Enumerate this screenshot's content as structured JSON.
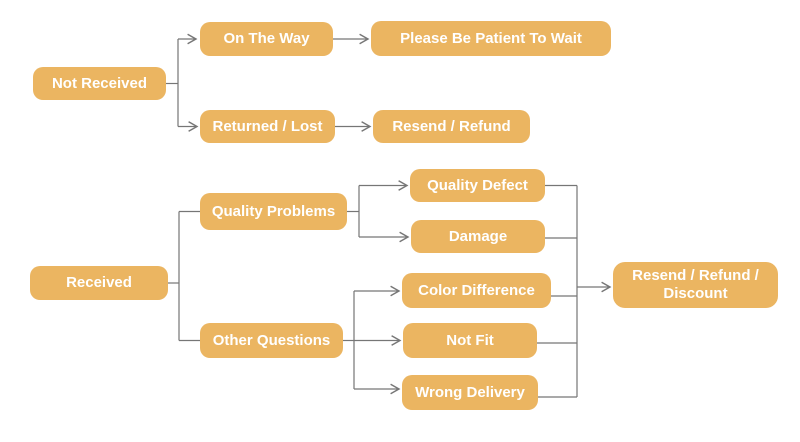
{
  "diagram": {
    "type": "flowchart",
    "background_color": "#FFFFFF",
    "node_fill_color": "#EBB561",
    "node_text_color": "#FFFFFF",
    "connector_color": "#767676",
    "nodes": {
      "not_received": {
        "label": "Not Received"
      },
      "on_the_way": {
        "label": "On The Way"
      },
      "please_be_patient": {
        "label": "Please Be Patient To Wait"
      },
      "returned_lost": {
        "label": "Returned / Lost"
      },
      "resend_refund": {
        "label": "Resend / Refund"
      },
      "received": {
        "label": "Received"
      },
      "quality_problems": {
        "label": "Quality Problems"
      },
      "other_questions": {
        "label": "Other Questions"
      },
      "quality_defect": {
        "label": "Quality Defect"
      },
      "damage": {
        "label": "Damage"
      },
      "color_difference": {
        "label": "Color Difference"
      },
      "not_fit": {
        "label": "Not Fit"
      },
      "wrong_delivery": {
        "label": "Wrong Delivery"
      },
      "resend_refund_discount": {
        "label": "Resend / Refund / Discount"
      }
    },
    "edges": [
      {
        "from": "not_received",
        "to": "on_the_way",
        "arrowhead": true
      },
      {
        "from": "not_received",
        "to": "returned_lost",
        "arrowhead": true
      },
      {
        "from": "on_the_way",
        "to": "please_be_patient",
        "arrowhead": true
      },
      {
        "from": "returned_lost",
        "to": "resend_refund",
        "arrowhead": true
      },
      {
        "from": "received",
        "to": "quality_problems",
        "arrowhead": false
      },
      {
        "from": "received",
        "to": "other_questions",
        "arrowhead": false
      },
      {
        "from": "quality_problems",
        "to": "quality_defect",
        "arrowhead": true
      },
      {
        "from": "quality_problems",
        "to": "damage",
        "arrowhead": true
      },
      {
        "from": "other_questions",
        "to": "color_difference",
        "arrowhead": true
      },
      {
        "from": "other_questions",
        "to": "not_fit",
        "arrowhead": true
      },
      {
        "from": "other_questions",
        "to": "wrong_delivery",
        "arrowhead": true
      },
      {
        "from": "quality_defect",
        "to": "resend_refund_discount",
        "arrowhead": true
      },
      {
        "from": "damage",
        "to": "resend_refund_discount",
        "arrowhead": true
      },
      {
        "from": "color_difference",
        "to": "resend_refund_discount",
        "arrowhead": true
      },
      {
        "from": "not_fit",
        "to": "resend_refund_discount",
        "arrowhead": true
      },
      {
        "from": "wrong_delivery",
        "to": "resend_refund_discount",
        "arrowhead": true
      }
    ]
  }
}
